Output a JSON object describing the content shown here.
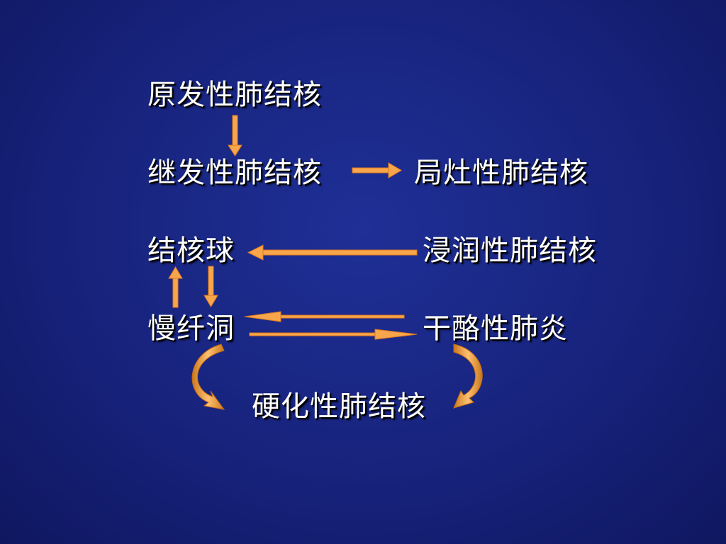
{
  "nodes": {
    "primary": "原发性肺结核",
    "secondary": "继发性肺结核",
    "focal": "局灶性肺结核",
    "tuberculoma": "结核球",
    "infiltrative": "浸润性肺结核",
    "chronic_cavity": "慢纤洞",
    "caseous_pneumonia": "干酪性肺炎",
    "cirrhotic": "硬化性肺结核"
  },
  "colors": {
    "background": "#17237c",
    "text": "#ffffff",
    "arrow": "#f7a64c",
    "arrow_stroke": "#e07a1e"
  }
}
